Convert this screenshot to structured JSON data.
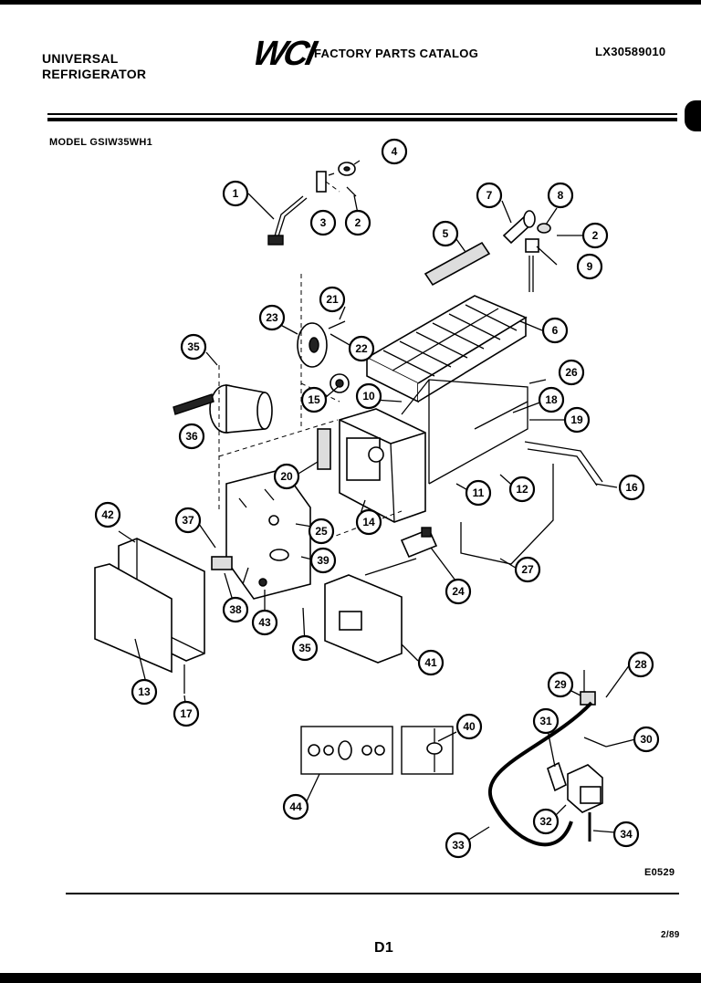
{
  "header": {
    "company_line1": "UNIVERSAL",
    "company_line2": "REFRIGERATOR",
    "logo": "WCI",
    "catalog_title": "FACTORY PARTS CATALOG",
    "catalog_number": "LX30589010"
  },
  "model_label": "MODEL GSIW35WH1",
  "diagram_code": "E0529",
  "page_number": "D1",
  "page_date": "2/89",
  "callouts": [
    {
      "id": "c1",
      "label": "1"
    },
    {
      "id": "c2a",
      "label": "2"
    },
    {
      "id": "c2b",
      "label": "2"
    },
    {
      "id": "c3",
      "label": "3"
    },
    {
      "id": "c4",
      "label": "4"
    },
    {
      "id": "c5",
      "label": "5"
    },
    {
      "id": "c6",
      "label": "6"
    },
    {
      "id": "c7",
      "label": "7"
    },
    {
      "id": "c8",
      "label": "8"
    },
    {
      "id": "c9",
      "label": "9"
    },
    {
      "id": "c10",
      "label": "10"
    },
    {
      "id": "c11",
      "label": "11"
    },
    {
      "id": "c12",
      "label": "12"
    },
    {
      "id": "c13",
      "label": "13"
    },
    {
      "id": "c14",
      "label": "14"
    },
    {
      "id": "c15",
      "label": "15"
    },
    {
      "id": "c16",
      "label": "16"
    },
    {
      "id": "c17",
      "label": "17"
    },
    {
      "id": "c18",
      "label": "18"
    },
    {
      "id": "c19",
      "label": "19"
    },
    {
      "id": "c20",
      "label": "20"
    },
    {
      "id": "c21",
      "label": "21"
    },
    {
      "id": "c22",
      "label": "22"
    },
    {
      "id": "c23",
      "label": "23"
    },
    {
      "id": "c24",
      "label": "24"
    },
    {
      "id": "c25",
      "label": "25"
    },
    {
      "id": "c26",
      "label": "26"
    },
    {
      "id": "c27",
      "label": "27"
    },
    {
      "id": "c28",
      "label": "28"
    },
    {
      "id": "c29",
      "label": "29"
    },
    {
      "id": "c30",
      "label": "30"
    },
    {
      "id": "c31",
      "label": "31"
    },
    {
      "id": "c32",
      "label": "32"
    },
    {
      "id": "c33",
      "label": "33"
    },
    {
      "id": "c34",
      "label": "34"
    },
    {
      "id": "c35a",
      "label": "35"
    },
    {
      "id": "c35b",
      "label": "35"
    },
    {
      "id": "c36",
      "label": "36"
    },
    {
      "id": "c37",
      "label": "37"
    },
    {
      "id": "c38",
      "label": "38"
    },
    {
      "id": "c39",
      "label": "39"
    },
    {
      "id": "c40",
      "label": "40"
    },
    {
      "id": "c41",
      "label": "41"
    },
    {
      "id": "c42",
      "label": "42"
    },
    {
      "id": "c43",
      "label": "43"
    },
    {
      "id": "c44",
      "label": "44"
    }
  ]
}
